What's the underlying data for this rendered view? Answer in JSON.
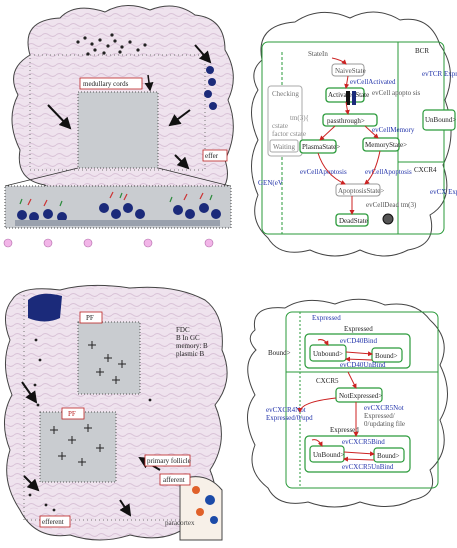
{
  "panel_a": {
    "label_medullary": "medullary cords",
    "label_effer": "effer"
  },
  "panel_b": {
    "labels": {
      "state_in": "StateIn",
      "naive": "NaiveState",
      "ev_activated": "evCellActivated",
      "activated": "ActivatedState",
      "ev_apoptosis": "evCell apopto sis",
      "checking": "Checking",
      "cstate": "cstate",
      "tm": "tm(3){",
      "factor": "factor",
      "cstate2": "cstate",
      "waiting": "Waiting",
      "passthrough": "passthrough>",
      "ev_memory": "evCellMemory",
      "plasma": "PlasmaState>",
      "memory": "MemoryState>",
      "ev_apoptosis2": "evCellApoptosis",
      "ev_apoptosis3": "evCellApoptosis",
      "apoptosis": "ApoptosisState>",
      "ev_dead": "evCellDead tm(3)",
      "dead": "DeadState",
      "gen": "GEN(eV",
      "bcr": "BCR",
      "ev_tcr": "evTCR Expressed",
      "unbound": "UnBound>",
      "cxcr4": "CXCR4",
      "evcx": "evCX Expr"
    }
  },
  "panel_c": {
    "label_pf1": "PF",
    "label_pf2": "PF",
    "fdc_text": [
      "FDC",
      "B In GC",
      "memory: B",
      "plasmic B"
    ],
    "primary_follicle": "primary follicle",
    "afferent": "afferent",
    "paracortex": "paracortex",
    "efferent": "efferent"
  },
  "panel_d": {
    "labels": {
      "expressed_top": "Expressed",
      "expressed_top2": "Expressed",
      "bound_left": "Bound>",
      "unbound1": "Unbound>",
      "cd40_bind": "evCD40Bind",
      "bound1": "Bound>",
      "cd40_unbind": "evCD40UnBind",
      "cxcr5": "CXCR5",
      "not_expressed": "NotExpressed>",
      "ev_cxcr4_not": "evCXCR4Not Expressed/0/upd",
      "ev_cxcr5_not": "evCXCR5Not Expressed/ 0/updating file",
      "expressed_mid": "Expressed",
      "unbound2": "UnBound>",
      "cxcr5_bind": "evCXCR5Bind",
      "bound2": "Bound>",
      "cxcr5_unbind": "evCXCR5UnBind"
    }
  }
}
